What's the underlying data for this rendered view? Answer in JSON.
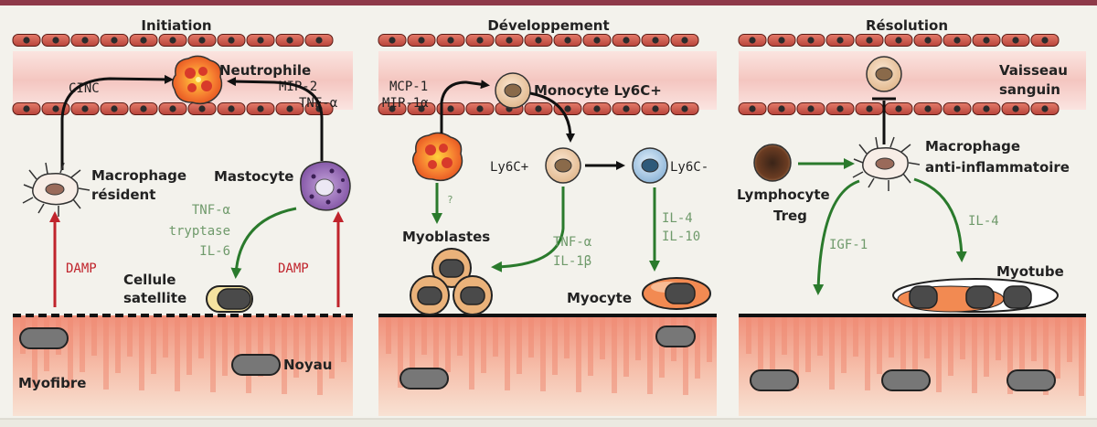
{
  "panels": {
    "initiation": {
      "title": "Initiation",
      "neutrophil": "Neutrophile",
      "cinc": "CINC",
      "mip2": "MIP-2",
      "tnf": "TNF-α",
      "macrophage_line1": "Macrophage",
      "macrophage_line2": "résident",
      "mastocyte": "Mastocyte",
      "mast_factors": [
        "TNF-α",
        "tryptase",
        "IL-6"
      ],
      "damp_left": "DAMP",
      "damp_right": "DAMP",
      "satellite_line1": "Cellule",
      "satellite_line2": "satellite",
      "myofibre": "Myofibre",
      "noyau": "Noyau"
    },
    "developpement": {
      "title": "Développement",
      "mcp1": "MCP-1",
      "mip1": "MIP-1α",
      "monocyte": "Monocyte Ly6C+",
      "ly6c_pos": "Ly6C+",
      "ly6c_neg": "Ly6C-",
      "question": "?",
      "myoblastes": "Myoblastes",
      "tnf": "TNF-α",
      "il1": "IL-1β",
      "il4": "IL-4",
      "il10": "IL-10",
      "myocyte": "Myocyte"
    },
    "resolution": {
      "title": "Résolution",
      "vessel_line1": "Vaisseau",
      "vessel_line2": "sanguin",
      "macrophage_line1": "Macrophage",
      "macrophage_line2": "anti-inflammatoire",
      "lympho_line1": "Lymphocyte",
      "lympho_line2": "Treg",
      "igf1": "IGF-1",
      "il4": "IL-4",
      "myotube": "Myotube"
    }
  },
  "colors": {
    "border": "#8e3a49",
    "background": "#f3f2ec",
    "vessel_cell": "#c9564a",
    "vessel_lumen": "#f7dcd8",
    "tissue": "#f3b49e",
    "green_arrow": "#2a7a2c",
    "red_arrow": "#c0242c",
    "nucleus": "#4a4a4a"
  }
}
